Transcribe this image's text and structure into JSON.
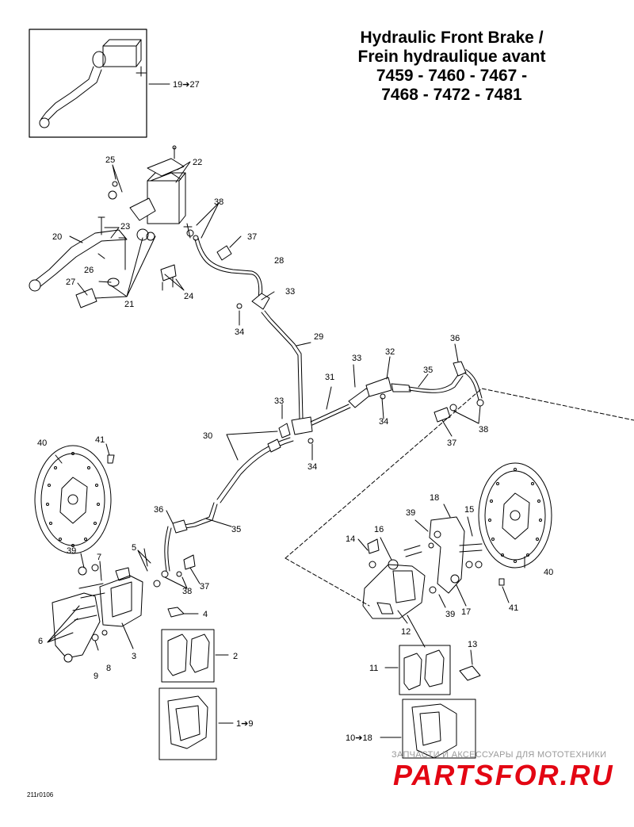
{
  "title": {
    "line1": "Hydraulic Front Brake /",
    "line2": "Frein hydraulique avant",
    "line3": "7459 - 7460 - 7467 -",
    "line4": "7468 - 7472 - 7481"
  },
  "callouts": {
    "c19_27": "19➔27",
    "c1_9": "1➔9",
    "c10_18": "10➔18",
    "c2": "2",
    "c3": "3",
    "c4": "4",
    "c5": "5",
    "c6": "6",
    "c7": "7",
    "c8": "8",
    "c9": "9",
    "c11": "11",
    "c12": "12",
    "c13": "13",
    "c14": "14",
    "c15": "15",
    "c16": "16",
    "c17": "17",
    "c18": "18",
    "c20": "20",
    "c21": "21",
    "c22": "22",
    "c23": "23",
    "c24": "24",
    "c25": "25",
    "c26": "26",
    "c27": "27",
    "c28": "28",
    "c29": "29",
    "c30": "30",
    "c31": "31",
    "c32": "32",
    "c33a": "33",
    "c33b": "33",
    "c33c": "33",
    "c34a": "34",
    "c34b": "34",
    "c34c": "34",
    "c35a": "35",
    "c35b": "35",
    "c36a": "36",
    "c36b": "36",
    "c37a": "37",
    "c37b": "37",
    "c37c": "37",
    "c38a": "38",
    "c38b": "38",
    "c38c": "38",
    "c39a": "39",
    "c39b": "39",
    "c39c": "39",
    "c40a": "40",
    "c40b": "40",
    "c41a": "41",
    "c41b": "41"
  },
  "drawing_code": "211r0106",
  "watermark": {
    "tagline": "ЗАПЧАСТИ И АКСЕССУАРЫ ДЛЯ МОТОТЕХНИКИ",
    "logo_text": "PARTSFOR.RU",
    "color": "#e30613"
  }
}
